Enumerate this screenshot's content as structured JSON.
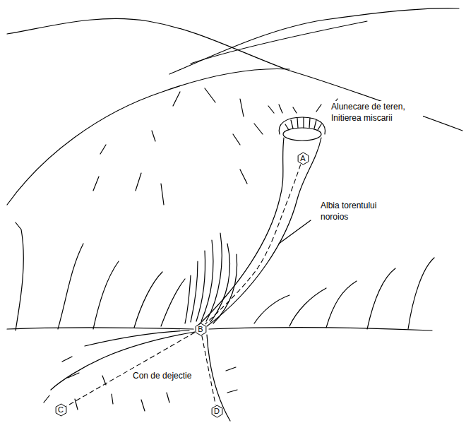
{
  "diagram": {
    "nodes": [
      {
        "text": [
          "A"
        ]
      },
      {
        "text": [
          "B"
        ]
      },
      {
        "text": [
          "C"
        ]
      },
      {
        "text": [
          "D"
        ]
      }
    ],
    "edges": [
      {
        "from": 0,
        "to": 1,
        "arrow": "none"
      },
      {
        "from": 1,
        "to": 2,
        "arrow": "none"
      },
      {
        "from": 1,
        "to": 3,
        "arrow": "none"
      }
    ],
    "labels": [
      "Alunecare de teren, Initierea miscarii",
      "Albia torentului noroios",
      "Con de dejectie"
    ]
  }
}
